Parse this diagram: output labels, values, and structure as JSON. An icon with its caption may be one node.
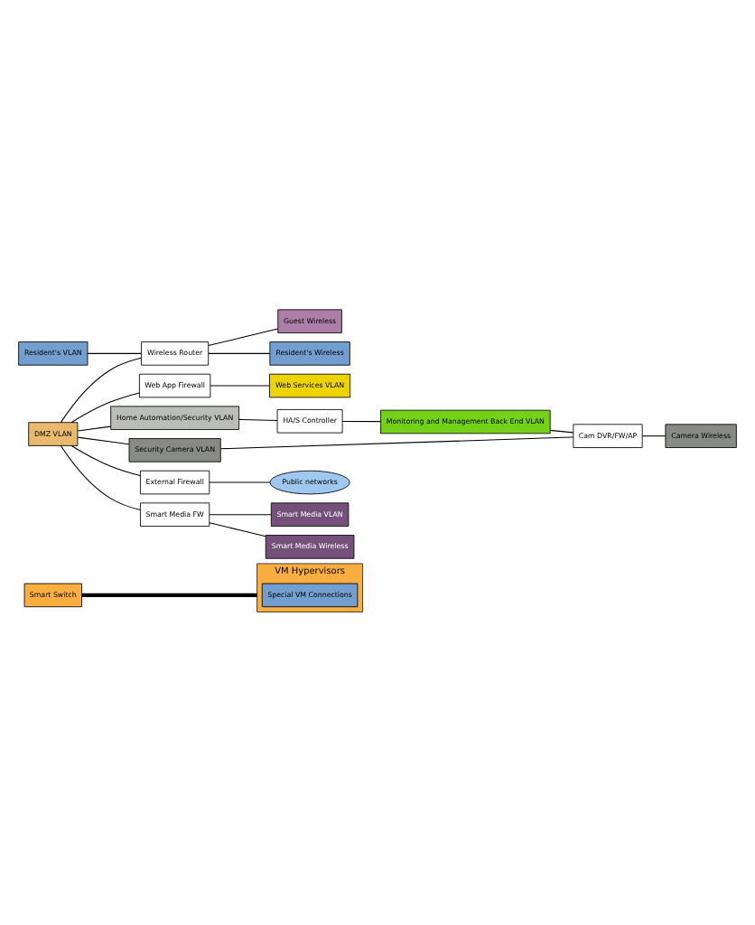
{
  "diagram": {
    "nodes": [
      {
        "text": [
          "Smart Switch"
        ]
      },
      {
        "text": [
          "VM Hypervisors"
        ]
      },
      {
        "text": [
          "Special VM Connections"
        ],
        "in": 1
      },
      {
        "text": [
          "Resident's VLAN"
        ]
      },
      {
        "text": [
          "Wireless Router"
        ]
      },
      {
        "text": [
          "Guest Wireless"
        ]
      },
      {
        "text": [
          "Resident's Wireless"
        ]
      },
      {
        "text": [
          "DMZ VLAN"
        ]
      },
      {
        "text": [
          "Web App Firewall"
        ]
      },
      {
        "text": [
          "Web Services VLAN"
        ]
      },
      {
        "text": [
          "Home Automation/Security VLAN"
        ]
      },
      {
        "text": [
          "HA/S Controller"
        ]
      },
      {
        "text": [
          "Monitoring and Management Back End VLAN"
        ]
      },
      {
        "text": [
          "Security Camera VLAN"
        ]
      },
      {
        "text": [
          "Cam DVR/FW/AP"
        ]
      },
      {
        "text": [
          "Camera Wireless"
        ]
      },
      {
        "text": [
          "Smart Media VLAN"
        ]
      },
      {
        "text": [
          "Smart Media Wireless"
        ]
      },
      {
        "text": [
          "External Firewall"
        ]
      },
      {
        "text": [
          "Public networks"
        ]
      },
      {
        "text": [
          "Smart Media FW"
        ]
      }
    ],
    "edges": [
      {
        "from": 0,
        "to": 1,
        "arrow": "none",
        "style": "thick"
      },
      {
        "from": 3,
        "to": 4,
        "arrow": "none"
      },
      {
        "from": 7,
        "to": 4,
        "arrow": "none"
      },
      {
        "from": 4,
        "to": 5,
        "arrow": "none"
      },
      {
        "from": 4,
        "to": 6,
        "arrow": "none"
      },
      {
        "from": 7,
        "to": 8,
        "arrow": "none"
      },
      {
        "from": 8,
        "to": 9,
        "arrow": "none"
      },
      {
        "from": 7,
        "to": 10,
        "arrow": "none"
      },
      {
        "from": 10,
        "to": 11,
        "arrow": "none"
      },
      {
        "from": 11,
        "to": 12,
        "arrow": "none"
      },
      {
        "from": 12,
        "to": 14,
        "arrow": "none"
      },
      {
        "from": 7,
        "to": 13,
        "arrow": "none"
      },
      {
        "from": 13,
        "to": 14,
        "arrow": "none"
      },
      {
        "from": 14,
        "to": 15,
        "arrow": "none"
      },
      {
        "from": 7,
        "to": 20,
        "arrow": "none"
      },
      {
        "from": 20,
        "to": 16,
        "arrow": "none"
      },
      {
        "from": 20,
        "to": 17,
        "arrow": "none"
      },
      {
        "from": 7,
        "to": 18,
        "arrow": "none"
      },
      {
        "from": 18,
        "to": 19,
        "arrow": "none"
      }
    ]
  }
}
